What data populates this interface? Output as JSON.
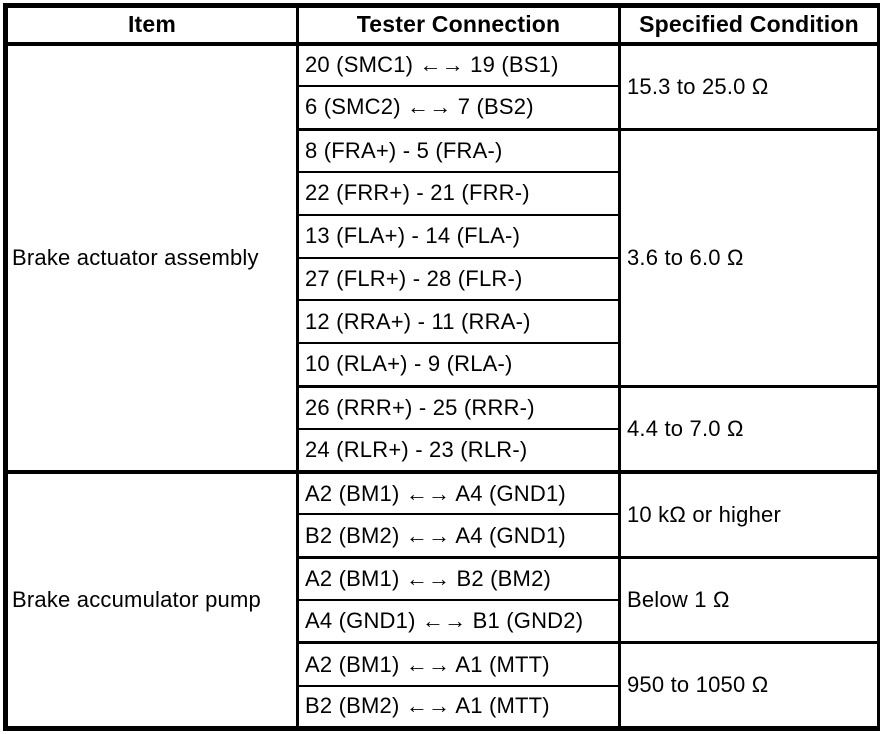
{
  "page": {
    "background_color": "#ffffff",
    "border_color": "#000000",
    "text_color": "#000000"
  },
  "table": {
    "headers": [
      "Item",
      "Tester Connection",
      "Specified Condition"
    ],
    "groups": [
      {
        "item": "Brake actuator assembly",
        "specs": [
          {
            "condition": "15.3 to 25.0 Ω",
            "connections": [
              "20 (SMC1) ←→ 19 (BS1)",
              "6 (SMC2) ←→ 7 (BS2)"
            ]
          },
          {
            "condition": "3.6 to 6.0 Ω",
            "connections": [
              "8 (FRA+) - 5 (FRA-)",
              "22 (FRR+) - 21 (FRR-)",
              "13 (FLA+) - 14 (FLA-)",
              "27 (FLR+) - 28 (FLR-)",
              "12 (RRA+) - 11 (RRA-)",
              "10 (RLA+) - 9 (RLA-)"
            ]
          },
          {
            "condition": "4.4 to 7.0 Ω",
            "connections": [
              "26 (RRR+) - 25 (RRR-)",
              "24 (RLR+) - 23 (RLR-)"
            ]
          }
        ]
      },
      {
        "item": "Brake accumulator pump",
        "specs": [
          {
            "condition": "10 kΩ or higher",
            "connections": [
              "A2 (BM1) ←→ A4 (GND1)",
              "B2 (BM2) ←→ A4 (GND1)"
            ]
          },
          {
            "condition": "Below 1 Ω",
            "connections": [
              "A2 (BM1) ←→ B2 (BM2)",
              "A4 (GND1) ←→ B1 (GND2)"
            ]
          },
          {
            "condition": "950 to 1050 Ω",
            "connections": [
              "A2 (BM1) ←→ A1 (MTT)",
              "B2 (BM2) ←→ A1 (MTT)"
            ]
          }
        ]
      }
    ]
  }
}
